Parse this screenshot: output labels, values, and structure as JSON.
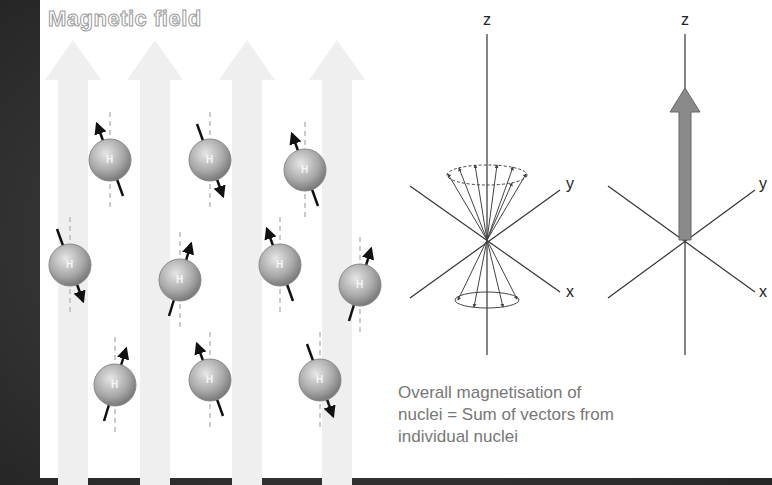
{
  "diagram": {
    "labels": [
      "Magnetic field",
      "H",
      "H",
      "H",
      "H",
      "H",
      "H",
      "H",
      "H",
      "H",
      "H",
      "z",
      "y",
      "x",
      "z",
      "y",
      "x",
      "Overall magnetisation of nuclei = Sum of vectors from individual nuclei"
    ]
  }
}
